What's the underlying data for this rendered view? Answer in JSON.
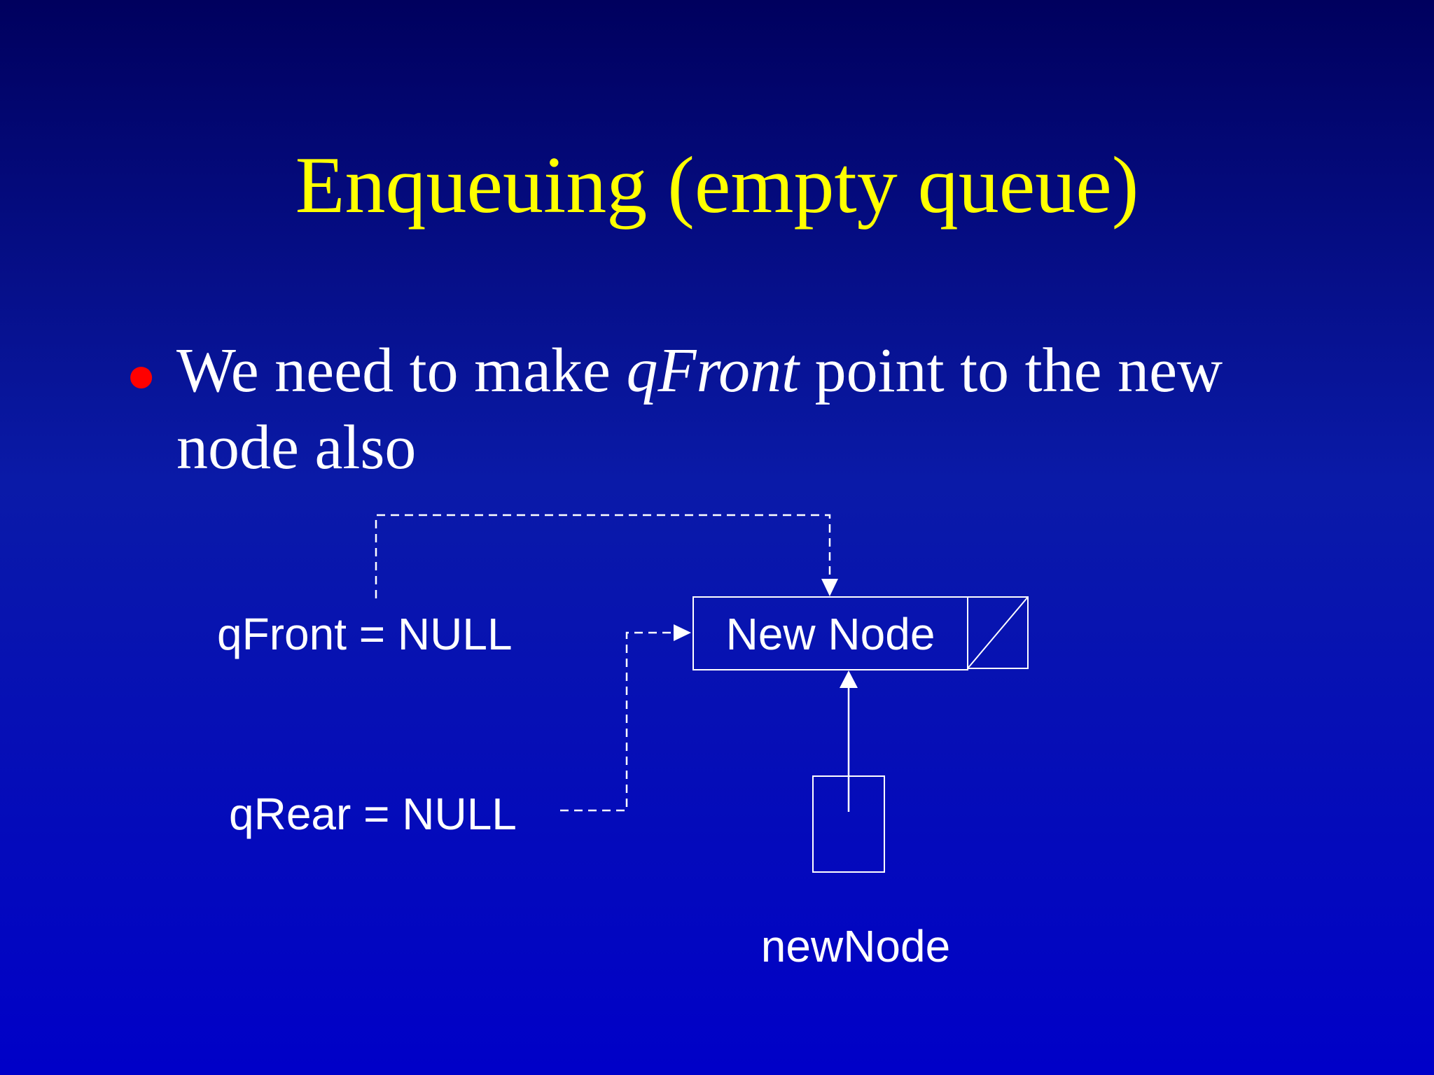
{
  "slide": {
    "title": "Enqueuing (empty queue)",
    "bullet": {
      "before": "We need to make ",
      "emphasis": "qFront",
      "after": " point to the new node also"
    }
  },
  "diagram": {
    "qfront_label": "qFront = NULL",
    "qrear_label": "qRear = NULL",
    "node_label": "New Node",
    "pointer_label": "newNode"
  },
  "colors": {
    "title": "#ffff00",
    "bullet_dot": "#ff0000",
    "text": "#ffffff"
  }
}
